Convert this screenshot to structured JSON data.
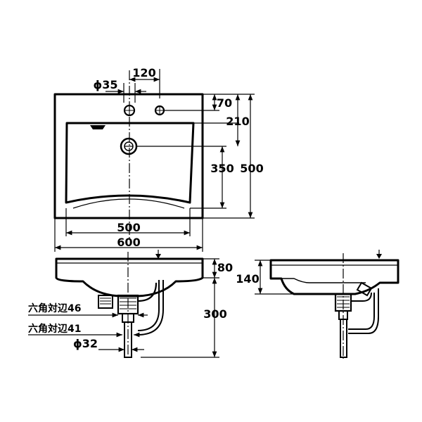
{
  "labels": {
    "hole_dia": "ϕ35",
    "hole_offset": "120",
    "top_to_hole": "70",
    "top_to_drain": "210",
    "bowl_depth": "350",
    "total_depth": "500",
    "bowl_width": "500",
    "total_width": "600",
    "rim_height": "80",
    "side_height": "140",
    "trap_drop": "300",
    "hex_46": "六角対辺46",
    "hex_41": "六角対辺41",
    "pipe_dia": "ϕ32"
  }
}
